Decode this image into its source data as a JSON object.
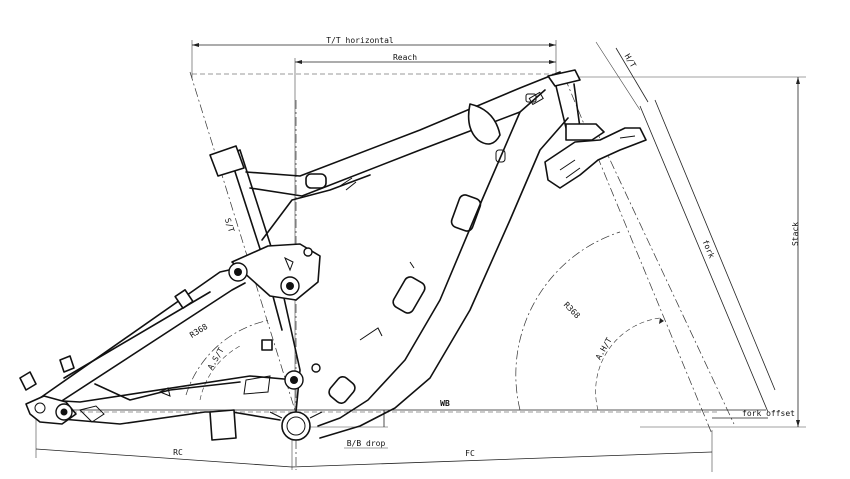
{
  "drawing": {
    "labels": {
      "tt_horizontal": "T/T horizontal",
      "reach": "Reach",
      "stack": "Stack",
      "ht": "H/T",
      "st": "S/T",
      "fork": "fork",
      "r368_main": "R368",
      "r368_rear": "R368",
      "a_ht": "A.H/T",
      "a_st": "A.S/T",
      "wb": "WB",
      "fork_offset": "fork offset",
      "bb_drop": "B/B drop",
      "rc": "RC",
      "fc": "FC"
    }
  }
}
